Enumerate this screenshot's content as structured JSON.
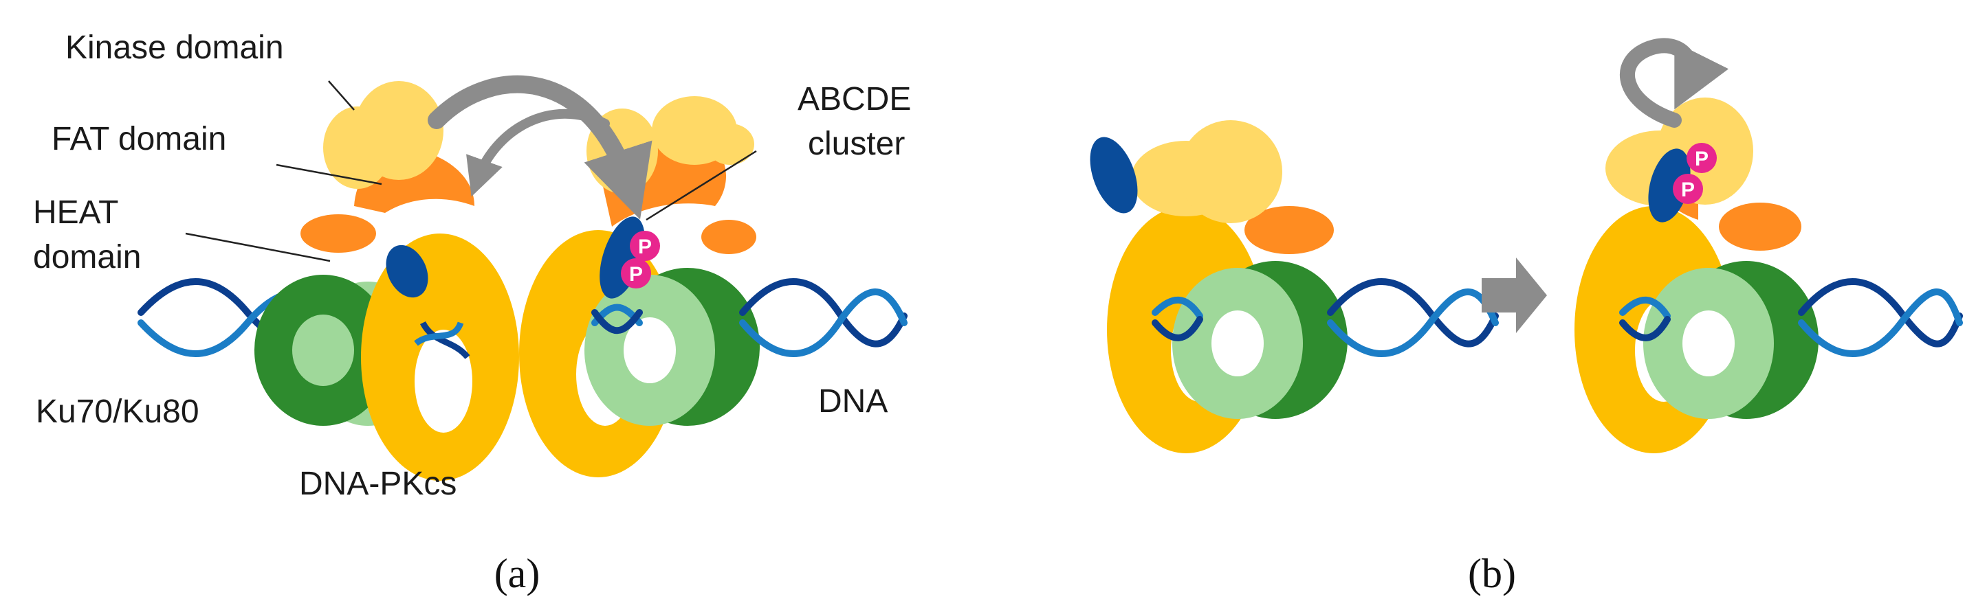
{
  "panel_a": {
    "caption": "(a)",
    "labels": {
      "kinase_domain": "Kinase domain",
      "fat_domain": "FAT domain",
      "heat_domain_line1": "HEAT",
      "heat_domain_line2": "domain",
      "abcde_line1": "ABCDE",
      "abcde_line2": "cluster",
      "ku": "Ku70/Ku80",
      "dna_pkcs": "DNA-PKcs",
      "dna": "DNA"
    }
  },
  "panel_b": {
    "caption": "(b)"
  },
  "phospho_marker": "P",
  "colors": {
    "ring": "#FDBE00",
    "kinase": "#FFD966",
    "fat": "#FF8C21",
    "ku_dark": "#2E8B2E",
    "ku_light": "#9FD89A",
    "abcde": "#0A4C9A",
    "phospho": "#E8268E",
    "dna_dark": "#0B3E8E",
    "dna_light": "#1B7DC6",
    "arrow": "#8C8C8C"
  }
}
